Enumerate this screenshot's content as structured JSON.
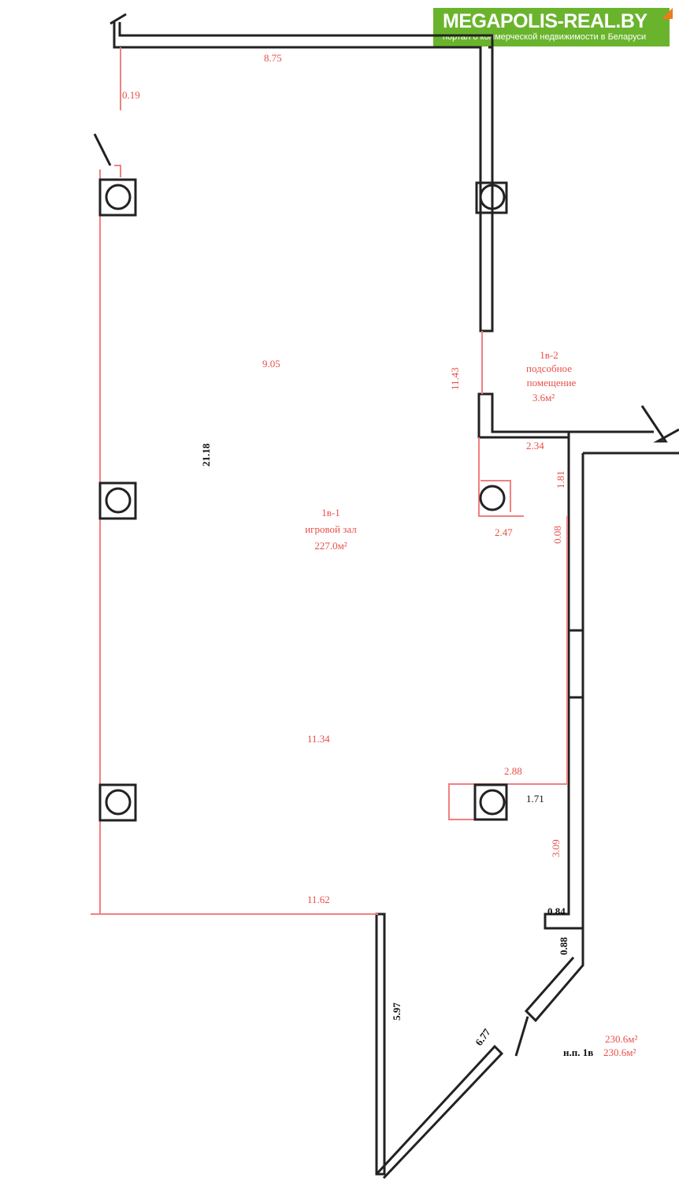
{
  "logo": {
    "title": "MEGAPOLIS-REAL.BY",
    "subtitle": "портал о коммерческой недвижимости в Беларуси"
  },
  "rooms": [
    {
      "id": "1в-1",
      "name": "игровой зал",
      "area": "227.0м²"
    },
    {
      "id": "1в-2",
      "name_line1": "подсобное",
      "name_line2": "помещение",
      "area": "3.6м²"
    }
  ],
  "dimensions": {
    "top": "8.75",
    "left_small": "0.19",
    "upper_inner": "9.05",
    "right_wall": "11.43",
    "left_total": "21.18",
    "d234": "2.34",
    "d181": "1.81",
    "d247": "2.47",
    "d008": "0.08",
    "middle": "11.34",
    "d288": "2.88",
    "d171": "1.71",
    "d309": "3.09",
    "bottom": "11.62",
    "d084": "0.84",
    "d088": "0.88",
    "d597": "5.97",
    "d677": "6.77"
  },
  "totals": {
    "label": "н.п. 1в",
    "area1": "230.6м²",
    "area2": "230.6м²"
  }
}
